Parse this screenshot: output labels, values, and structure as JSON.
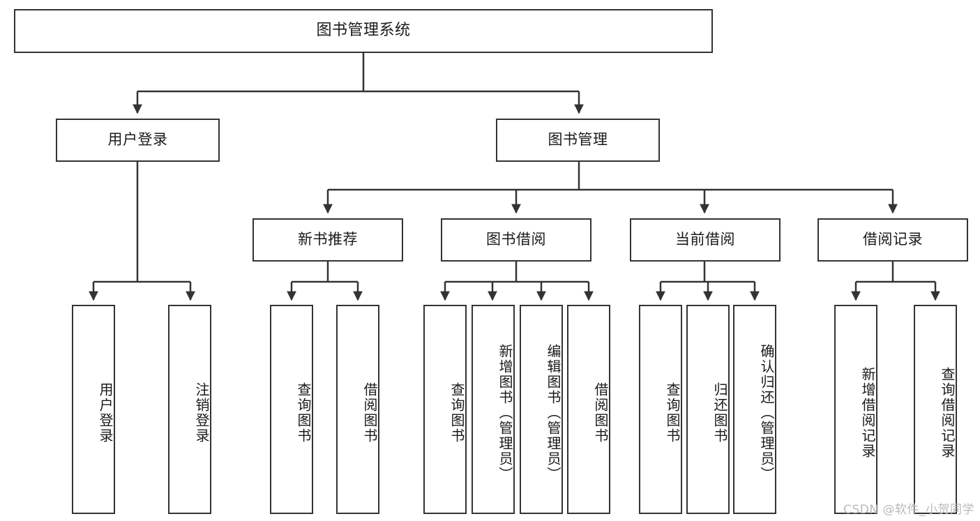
{
  "diagram": {
    "title": "图书管理系统",
    "type": "tree-hierarchy",
    "watermark": "CSDN @软件_小贺同学",
    "colors": {
      "border": "#333333",
      "background": "#ffffff",
      "text": "#1a1a1a",
      "edge": "#333333",
      "watermark": "#b9b9b9"
    }
  },
  "nodes": {
    "root": {
      "label": "图书管理系统"
    },
    "level2": [
      {
        "id": "user-login",
        "label": "用户登录"
      },
      {
        "id": "book-manage",
        "label": "图书管理"
      }
    ],
    "level3": [
      {
        "id": "new-book-recommend",
        "label": "新书推荐"
      },
      {
        "id": "book-borrow",
        "label": "图书借阅"
      },
      {
        "id": "current-borrow",
        "label": "当前借阅"
      },
      {
        "id": "borrow-record",
        "label": "借阅记录"
      }
    ],
    "leaves": {
      "user_login": [
        {
          "id": "leaf-user-login",
          "label": "用户登录"
        },
        {
          "id": "leaf-logout-login",
          "label": "注销登录"
        }
      ],
      "new_book_recommend": [
        {
          "id": "leaf-query-book-1",
          "label": "查询图书"
        },
        {
          "id": "leaf-borrow-book-1",
          "label": "借阅图书"
        }
      ],
      "book_borrow": [
        {
          "id": "leaf-query-book-2",
          "label": "查询图书"
        },
        {
          "id": "leaf-add-book",
          "label": "新增图书（管理员）"
        },
        {
          "id": "leaf-edit-book",
          "label": "编辑图书（管理员）"
        },
        {
          "id": "leaf-borrow-book-2",
          "label": "借阅图书"
        }
      ],
      "current_borrow": [
        {
          "id": "leaf-query-book-3",
          "label": "查询图书"
        },
        {
          "id": "leaf-return-book",
          "label": "归还图书"
        },
        {
          "id": "leaf-confirm-return",
          "label": "确认归还（管理员）"
        }
      ],
      "borrow_record": [
        {
          "id": "leaf-add-borrow-record",
          "label": "新增借阅记录"
        },
        {
          "id": "leaf-query-borrow-record",
          "label": "查询借阅记录"
        }
      ]
    }
  }
}
